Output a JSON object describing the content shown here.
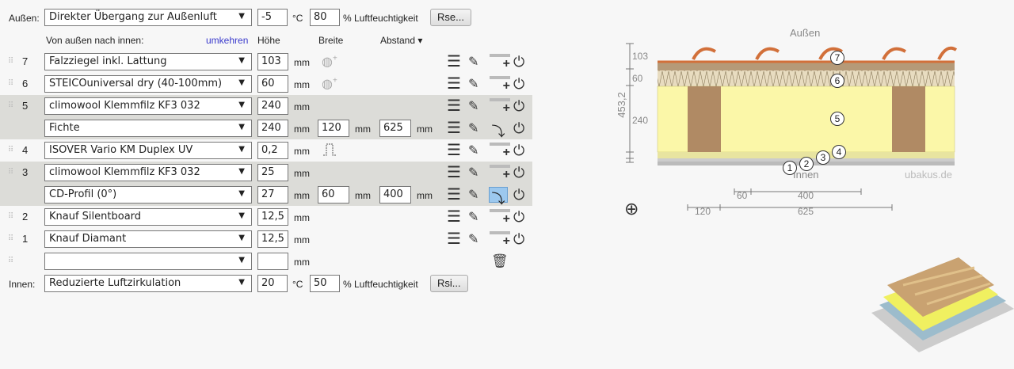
{
  "outside": {
    "label": "Außen:",
    "condition": "Direkter Übergang zur Außenluft",
    "temp": "-5",
    "temp_unit": "°C",
    "humidity": "80",
    "humidity_label": "% Luftfeuchtigkeit",
    "button": "Rse..."
  },
  "header": {
    "order": "Von außen nach innen:",
    "reverse": "umkehren",
    "height": "Höhe",
    "width": "Breite",
    "spacing": "Abstand ▾"
  },
  "unit": "mm",
  "rows": [
    {
      "num": "7",
      "material": "Falzziegel inkl. Lattung",
      "thickness": "103",
      "shade": false,
      "extra": "wood",
      "action": "add"
    },
    {
      "num": "6",
      "material": "STEICOuniversal dry (40-100mm)",
      "thickness": "60",
      "shade": false,
      "extra": "wood",
      "action": "add"
    },
    {
      "num": "5",
      "material": "climowool Klemmfilz KF3 032",
      "thickness": "240",
      "shade": true,
      "action": "add"
    },
    {
      "num": "",
      "material": "Fichte",
      "thickness": "240",
      "width": "120",
      "spacing": "625",
      "shade": true,
      "sub": true,
      "action": "swap"
    },
    {
      "num": "4",
      "material": "ISOVER Vario KM Duplex UV",
      "thickness": "0,2",
      "shade": false,
      "extra": "membrane",
      "action": "add"
    },
    {
      "num": "3",
      "material": "climowool Klemmfilz KF3 032",
      "thickness": "25",
      "shade": true,
      "action": "add"
    },
    {
      "num": "",
      "material": "CD-Profil (0°)",
      "thickness": "27",
      "width": "60",
      "spacing": "400",
      "shade": true,
      "sub": true,
      "action": "swap-active"
    },
    {
      "num": "2",
      "material": "Knauf Silentboard",
      "thickness": "12,5",
      "shade": false,
      "action": "add"
    },
    {
      "num": "1",
      "material": "Knauf Diamant",
      "thickness": "12,5",
      "shade": false,
      "action": "add"
    },
    {
      "num": "",
      "material": "",
      "thickness": "",
      "shade": false,
      "empty": true
    }
  ],
  "inside": {
    "label": "Innen:",
    "condition": "Reduzierte Luftzirkulation",
    "temp": "20",
    "temp_unit": "°C",
    "humidity": "50",
    "humidity_label": "% Luftfeuchtigkeit",
    "button": "Rsi..."
  },
  "diagram": {
    "top": "Außen",
    "bottom": "Innen",
    "watermark": "ubakus.de",
    "total": "453,2",
    "dims": [
      "103",
      "60",
      "240"
    ],
    "labels": [
      "1",
      "2",
      "3",
      "4",
      "5",
      "6",
      "7"
    ],
    "dim60": "60",
    "dim400": "400",
    "dim120": "120",
    "dim625": "625"
  },
  "colors": {
    "tile": "#d2703a",
    "wood": "#b08a64",
    "insulation": "#fbf7a8",
    "highlight": "#9cc8ee",
    "link": "#3a3acc"
  }
}
